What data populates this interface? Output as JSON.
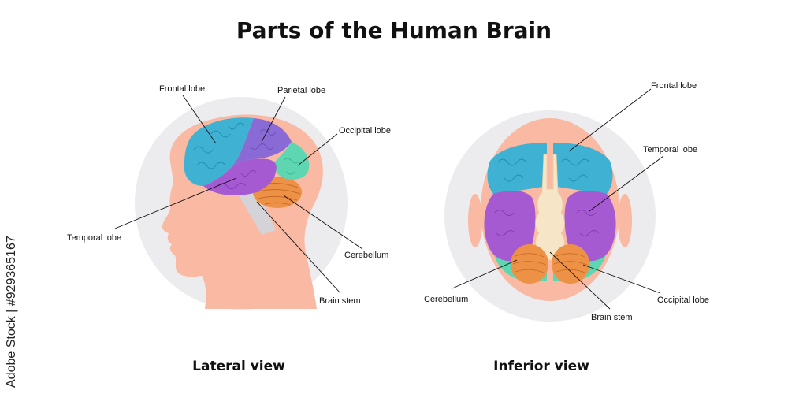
{
  "title": "Parts of the Human Brain",
  "lateral": {
    "view_title": "Lateral view",
    "labels": {
      "frontal": "Frontal lobe",
      "parietal": "Parietal lobe",
      "occipital": "Occipital lobe",
      "temporal": "Temporal lobe",
      "cerebellum": "Cerebellum",
      "brain_stem": "Brain stem"
    }
  },
  "inferior": {
    "view_title": "Inferior view",
    "labels": {
      "frontal": "Frontal lobe",
      "temporal": "Temporal lobe",
      "cerebellum": "Cerebellum",
      "brain_stem": "Brain stem",
      "occipital": "Occipital lobe"
    }
  },
  "watermark": "Adobe Stock | #929365167",
  "colors": {
    "frontal": "#3fb1d3",
    "parietal": "#8a6bd6",
    "occipital": "#5fd6b2",
    "temporal": "#a55ad1",
    "cerebellum": "#ec9146",
    "brain_stem": "#d4d4d8",
    "skin": "#f9b9a3",
    "circle": "#ececee",
    "stem_inferior": "#f7e5c8"
  }
}
